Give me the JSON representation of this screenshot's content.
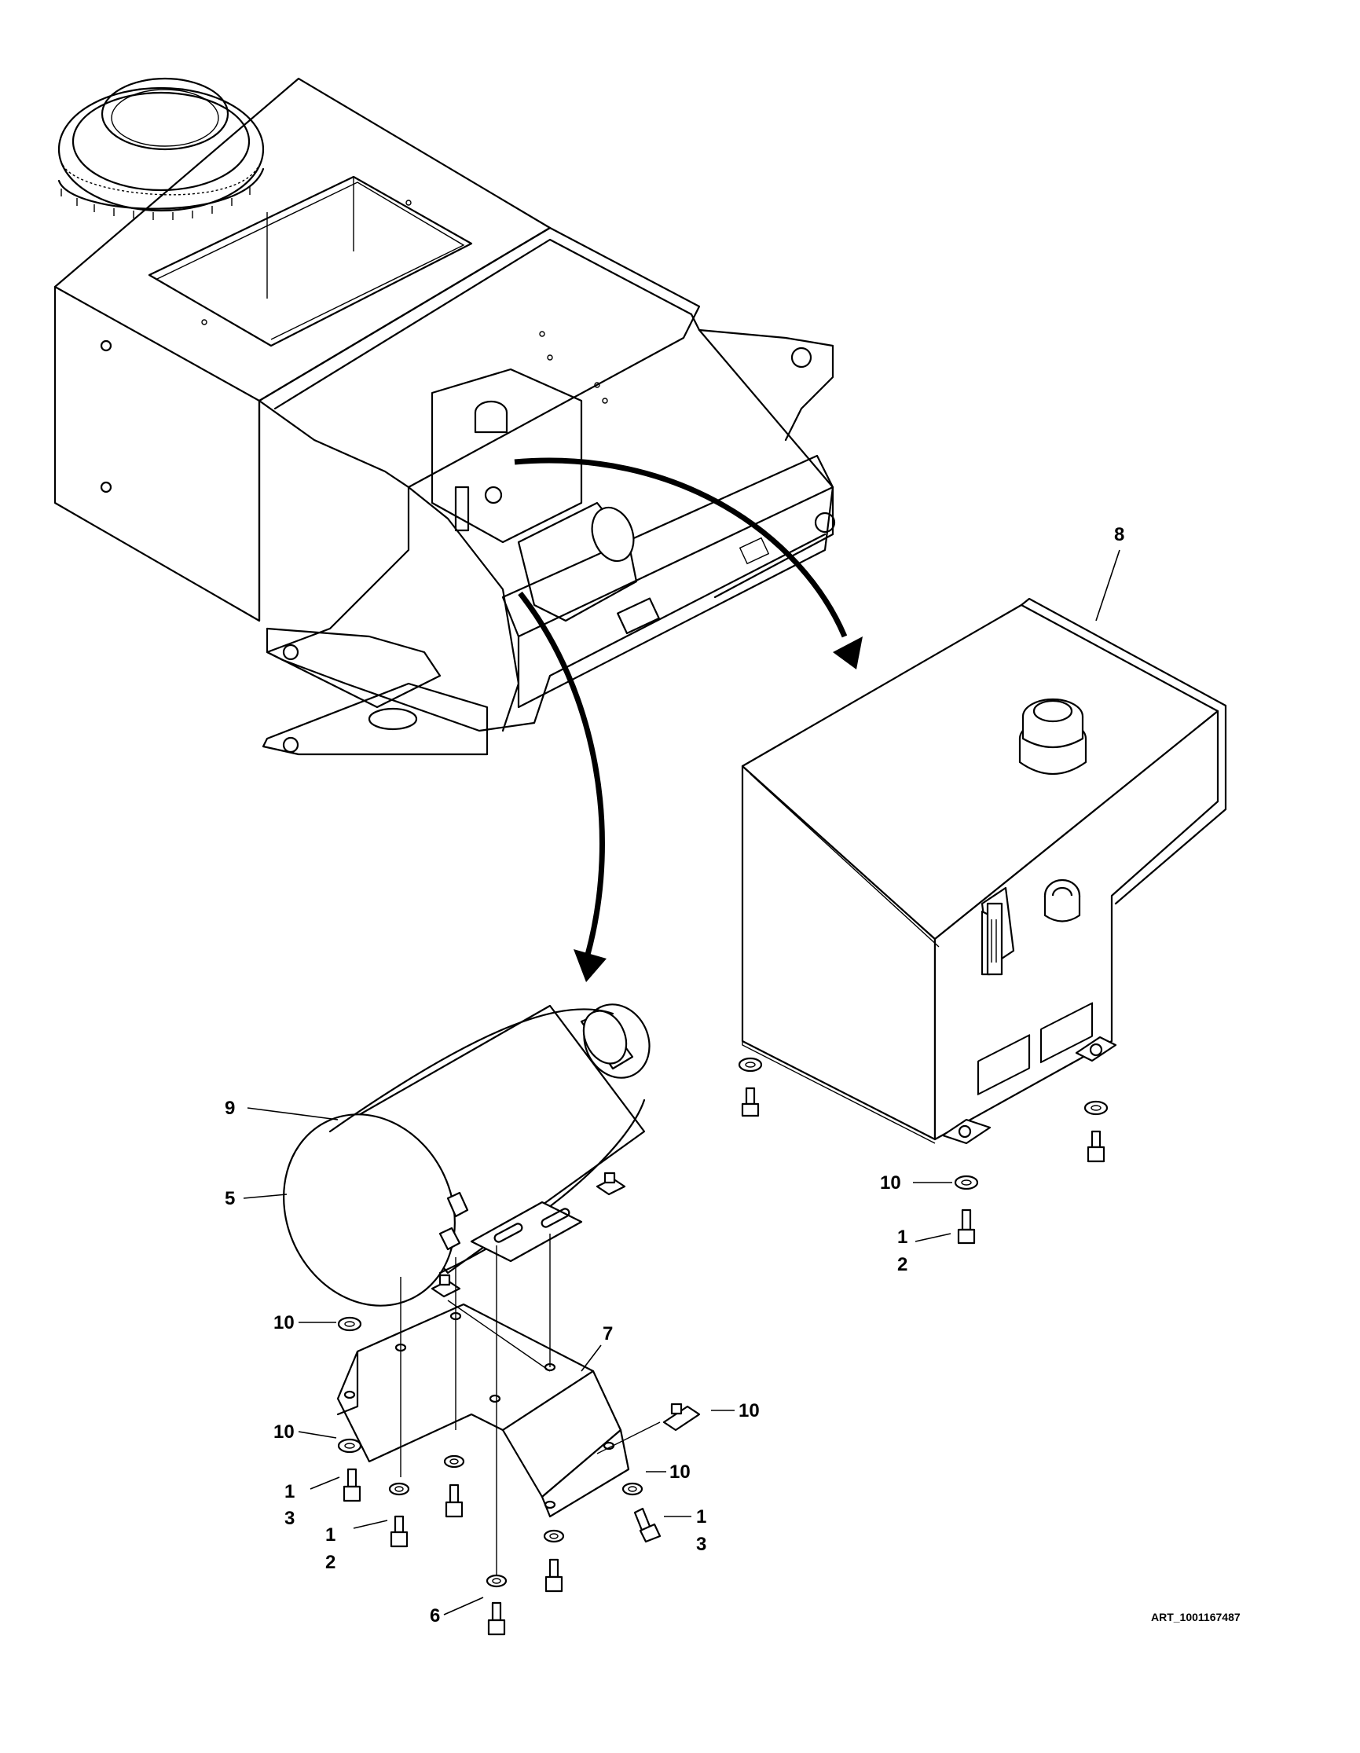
{
  "callouts": {
    "c8": "8",
    "c9": "9",
    "c5": "5",
    "c7": "7",
    "c6": "6",
    "c10_tank": "10",
    "c1_tank": "1",
    "c2_tank": "2",
    "c10_left_a": "10",
    "c10_left_b": "10",
    "c10_right_a": "10",
    "c10_right_b": "10",
    "c1_left_a": "1",
    "c3_left_a": "3",
    "c1_left_b": "1",
    "c2_left_b": "2",
    "c1_right": "1",
    "c3_right": "3"
  },
  "art_id": "ART_1001167487",
  "components": [
    "frame-weldment",
    "hydraulic-tank",
    "air-cleaner",
    "mounting-bracket",
    "hardware"
  ]
}
